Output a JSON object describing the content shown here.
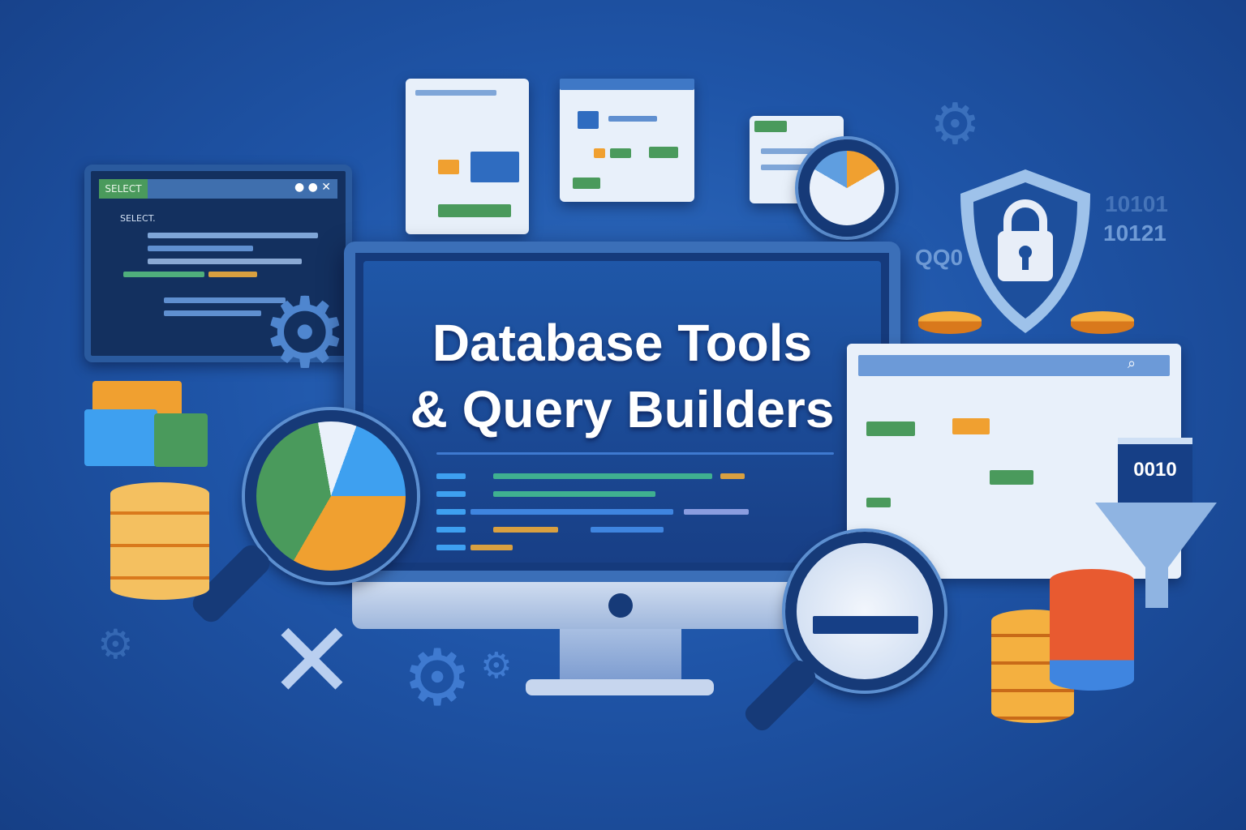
{
  "title": {
    "line1": "Database Tools",
    "line2": "& Query Builders"
  },
  "code_window": {
    "tab_label": "SELECT",
    "controls": "● ● ✕",
    "first_line": "SELECT."
  },
  "decor": {
    "binary_1": "10101",
    "binary_2": "10121",
    "binary_3": "QQ0",
    "funnel_label": "0010"
  },
  "icons": [
    "shield-lock-icon",
    "gear-icon",
    "magnifier-icon",
    "pie-chart-icon",
    "wrench-icon",
    "database-icon",
    "funnel-icon",
    "clock-icon",
    "search-icon"
  ],
  "colors": {
    "background": "#1f55a8",
    "accent_orange": "#f0a030",
    "accent_green": "#4a9a5c",
    "screen": "#183f86"
  }
}
